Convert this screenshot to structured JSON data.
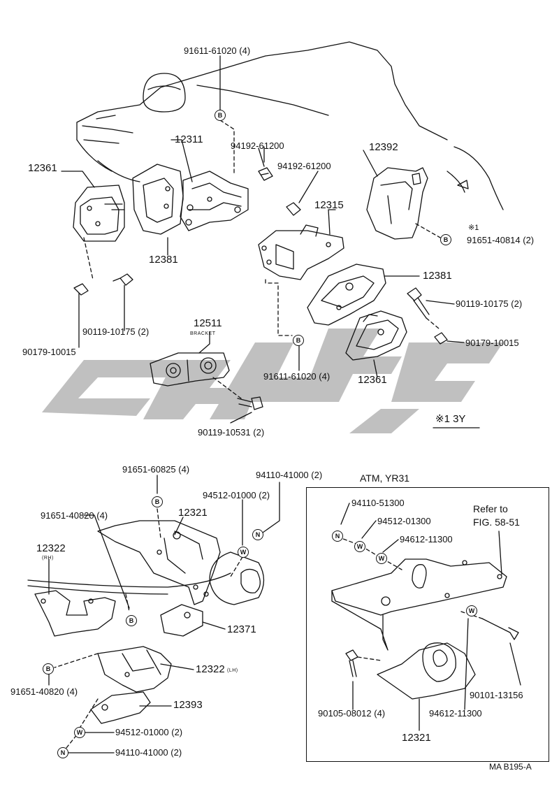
{
  "diagram": {
    "labels": {
      "p91611_top": "91611-61020 (4)",
      "p94192_a": "94192-61200",
      "p94192_b": "94192-61200",
      "p12311": "12311",
      "p12361_left": "12361",
      "p12381_left": "12381",
      "p12392": "12392",
      "note_star1": "※1",
      "p91651_40814": "91651-40814 (2)",
      "p12315": "12315",
      "p12381_right": "12381",
      "p90119_10175_left": "90119-10175 (2)",
      "p90119_10175_right": "90119-10175 (2)",
      "p90179_left": "90179-10015",
      "p90179_right": "90179-10015",
      "p12511": "12511",
      "bracket": "BRACKET",
      "p91611_mid": "91611-61020 (4)",
      "p12361_right": "12361",
      "p90119_10531": "90119-10531 (2)",
      "note_3y": "※1 3Y",
      "p91651_60825": "91651-60825 (4)",
      "p94110_41000_top": "94110-41000 (2)",
      "p94512_top": "94512-01000 (2)",
      "p91651_40820_top": "91651-40820 (4)",
      "p12321_main": "12321",
      "p12322_rh": "12322",
      "rh": "(RH)",
      "p12371": "12371",
      "p12322_lh": "12322",
      "lh": "(LH)",
      "p91651_40820_bottom": "91651-40820 (4)",
      "p12393": "12393",
      "p94512_bottom": "94512-01000 (2)",
      "p94110_bottom": "94110-41000 (2)",
      "atm_title": "ATM, YR31",
      "p94110_51300": "94110-51300",
      "p94512_01300": "94512-01300",
      "p94612_11300_top": "94612-11300",
      "refer_to": "Refer to",
      "fig_ref": "FIG. 58-51",
      "p90101": "90101-13156",
      "p90105": "90105-08012 (4)",
      "p94612_11300_bottom": "94612-11300",
      "p12321_atm": "12321",
      "drawing_code": "MA B195-A"
    },
    "markers": {
      "B": "B",
      "W": "W",
      "N": "N"
    },
    "colors": {
      "line": "#111111",
      "watermark": "#bdbdbd"
    }
  }
}
